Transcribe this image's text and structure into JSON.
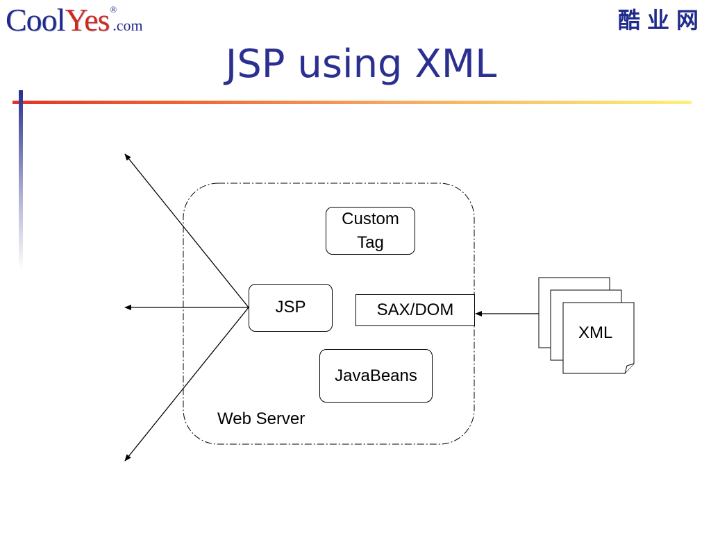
{
  "header": {
    "logo_main_cool": "Cool",
    "logo_main_yes": "Yes",
    "logo_registered": "®",
    "logo_tld": ".com",
    "brand_cn": "酷业网"
  },
  "slide": {
    "title": "JSP using XML"
  },
  "diagram": {
    "container_label": "Web Server",
    "nodes": {
      "custom_tag": "Custom\nTag",
      "jsp": "JSP",
      "sax_dom": "SAX/DOM",
      "javabeans": "JavaBeans",
      "xml": "XML"
    }
  },
  "colors": {
    "brand_blue": "#1f2a8c",
    "title_blue": "#2b2f8f",
    "accent_red": "#e23428",
    "accent_yellow": "#fcf07c"
  }
}
